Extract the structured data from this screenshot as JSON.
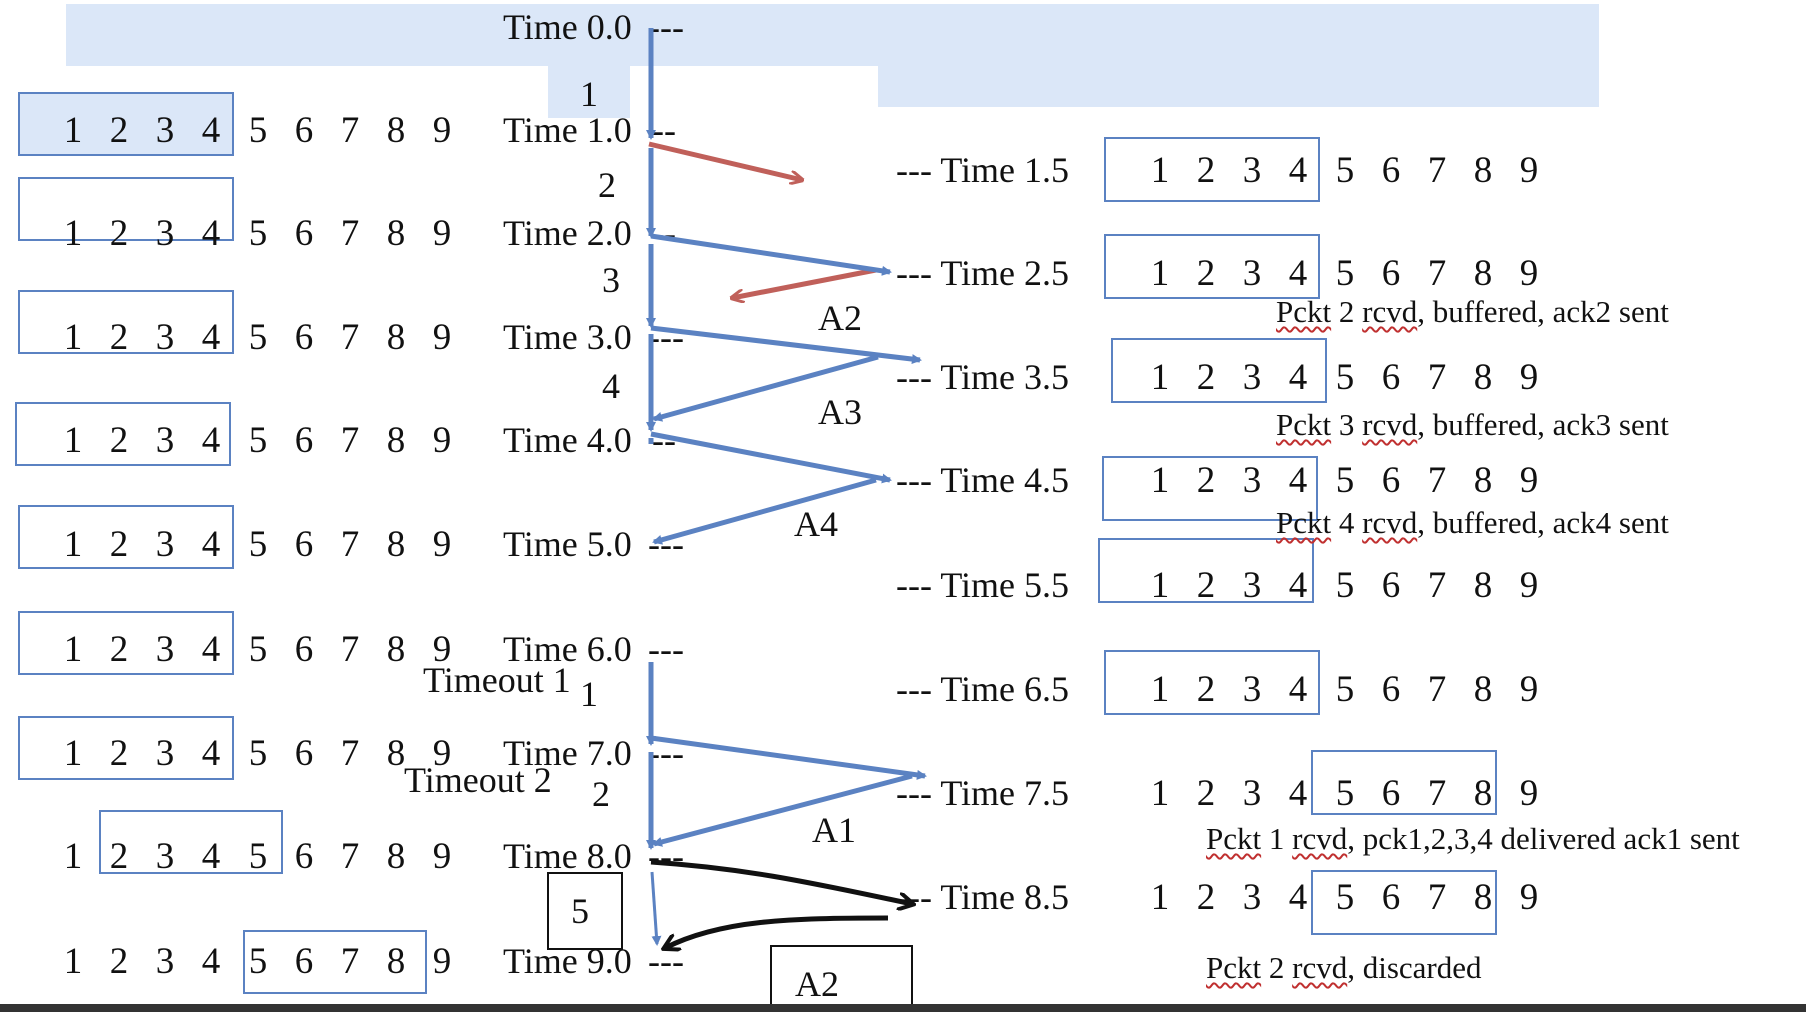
{
  "sequence_numbers": [
    "1",
    "2",
    "3",
    "4",
    "5",
    "6",
    "7",
    "8",
    "9"
  ],
  "sender": {
    "times": [
      "Time 0.0",
      "Time 1.0",
      "Time 2.0",
      "Time 3.0",
      "Time 4.0",
      "Time 5.0",
      "Time 6.0",
      "Time 7.0",
      "Time 8.0",
      "Time 9.0"
    ],
    "packet_labels": [
      "1",
      "2",
      "3",
      "4",
      "1",
      "2"
    ],
    "timeouts": [
      "Timeout 1",
      "Timeout 2"
    ],
    "packet_box_5": "5"
  },
  "receiver": {
    "times": [
      "--- Time 1.5",
      "--- Time 2.5",
      "--- Time 3.5",
      "--- Time 4.5",
      "--- Time 5.5",
      "--- Time 6.5",
      "--- Time 7.5",
      "--- Time 8.5"
    ],
    "ack_labels": [
      "A2",
      "A3",
      "A4",
      "A1"
    ],
    "ack_box_a2": "A2",
    "notes": [
      {
        "pre": "",
        "w1": "Pckt",
        "mid1": " 2 ",
        "w2": "rcvd",
        "post": ", buffered, ack2 sent"
      },
      {
        "pre": "",
        "w1": "Pckt",
        "mid1": " 3 ",
        "w2": "rcvd",
        "post": ", buffered, ack3 sent"
      },
      {
        "pre": "",
        "w1": "Pckt",
        "mid1": " 4 ",
        "w2": "rcvd",
        "post": ", buffered, ack4 sent"
      },
      {
        "pre": "",
        "w1": "Pckt",
        "mid1": " 1 ",
        "w2": "rcvd",
        "post": ", pck1,2,3,4 delivered ack1 sent"
      },
      {
        "pre": "",
        "w1": "Pckt",
        "mid1": " 2 ",
        "w2": "rcvd",
        "post": ", discarded"
      }
    ]
  },
  "colors": {
    "arrow_blue": "#5b82c2",
    "arrow_red": "#c0605a",
    "arrow_black": "#111111",
    "highlight": "#dbe7f8",
    "window_box": "#5b82c2"
  }
}
